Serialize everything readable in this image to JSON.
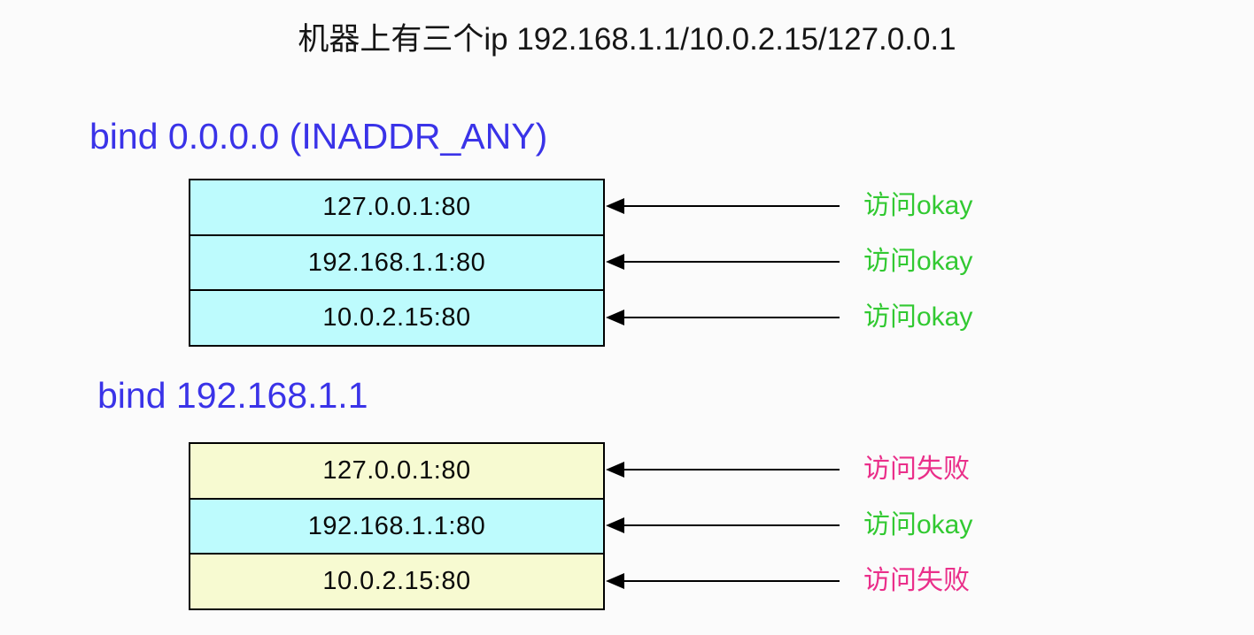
{
  "title": "机器上有三个ip 192.168.1.1/10.0.2.15/127.0.0.1",
  "colors": {
    "heading_blue": "#3a33e8",
    "okay_green": "#32c932",
    "fail_pink": "#ea2f8a",
    "cell_cyan": "#bdfbfd",
    "cell_yellow": "#f7fad1"
  },
  "sections": [
    {
      "heading": "bind 0.0.0.0 (INADDR_ANY)",
      "rows": [
        {
          "address": "127.0.0.1:80",
          "fill": "cyan",
          "result": "访问okay",
          "status": "okay"
        },
        {
          "address": "192.168.1.1:80",
          "fill": "cyan",
          "result": "访问okay",
          "status": "okay"
        },
        {
          "address": "10.0.2.15:80",
          "fill": "cyan",
          "result": "访问okay",
          "status": "okay"
        }
      ]
    },
    {
      "heading": "bind 192.168.1.1",
      "rows": [
        {
          "address": "127.0.0.1:80",
          "fill": "yellow",
          "result": "访问失败",
          "status": "fail"
        },
        {
          "address": "192.168.1.1:80",
          "fill": "cyan",
          "result": "访问okay",
          "status": "okay"
        },
        {
          "address": "10.0.2.15:80",
          "fill": "yellow",
          "result": "访问失败",
          "status": "fail"
        }
      ]
    }
  ]
}
